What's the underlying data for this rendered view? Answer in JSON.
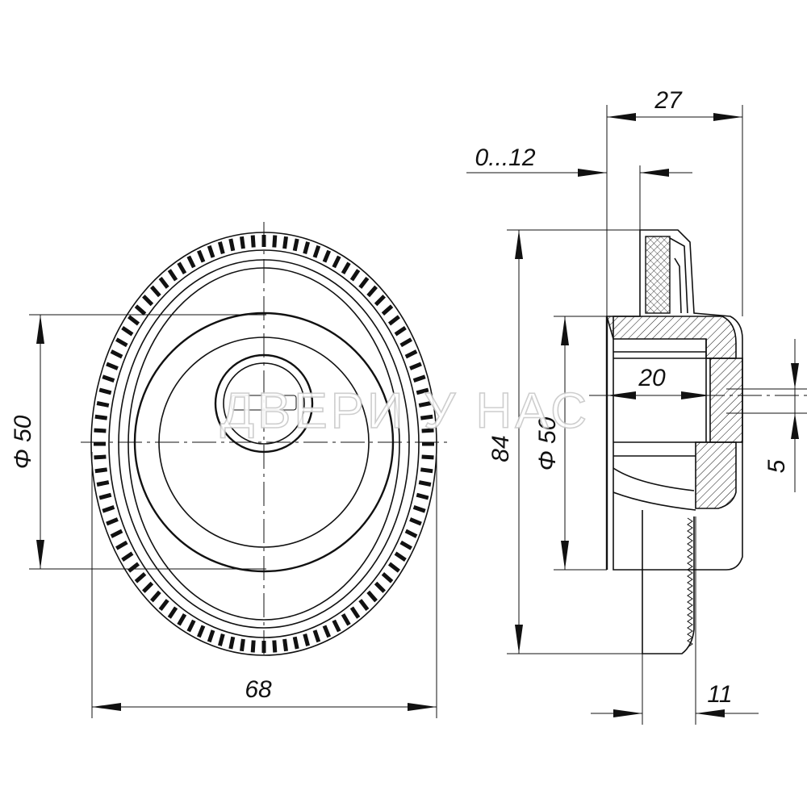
{
  "dimensions": {
    "width_68": "68",
    "diameter_50_front": "Φ 50",
    "height_84": "84",
    "diameter_50_side": "Φ 50",
    "depth_27": "27",
    "range_0_12": "0...12",
    "length_20": "20",
    "gap_5": "5",
    "shaft_11": "11"
  },
  "watermark": "ДВЕРИ У НАС",
  "colors": {
    "line": "#111111",
    "watermark": "#c9c9c9",
    "background": "#ffffff"
  }
}
